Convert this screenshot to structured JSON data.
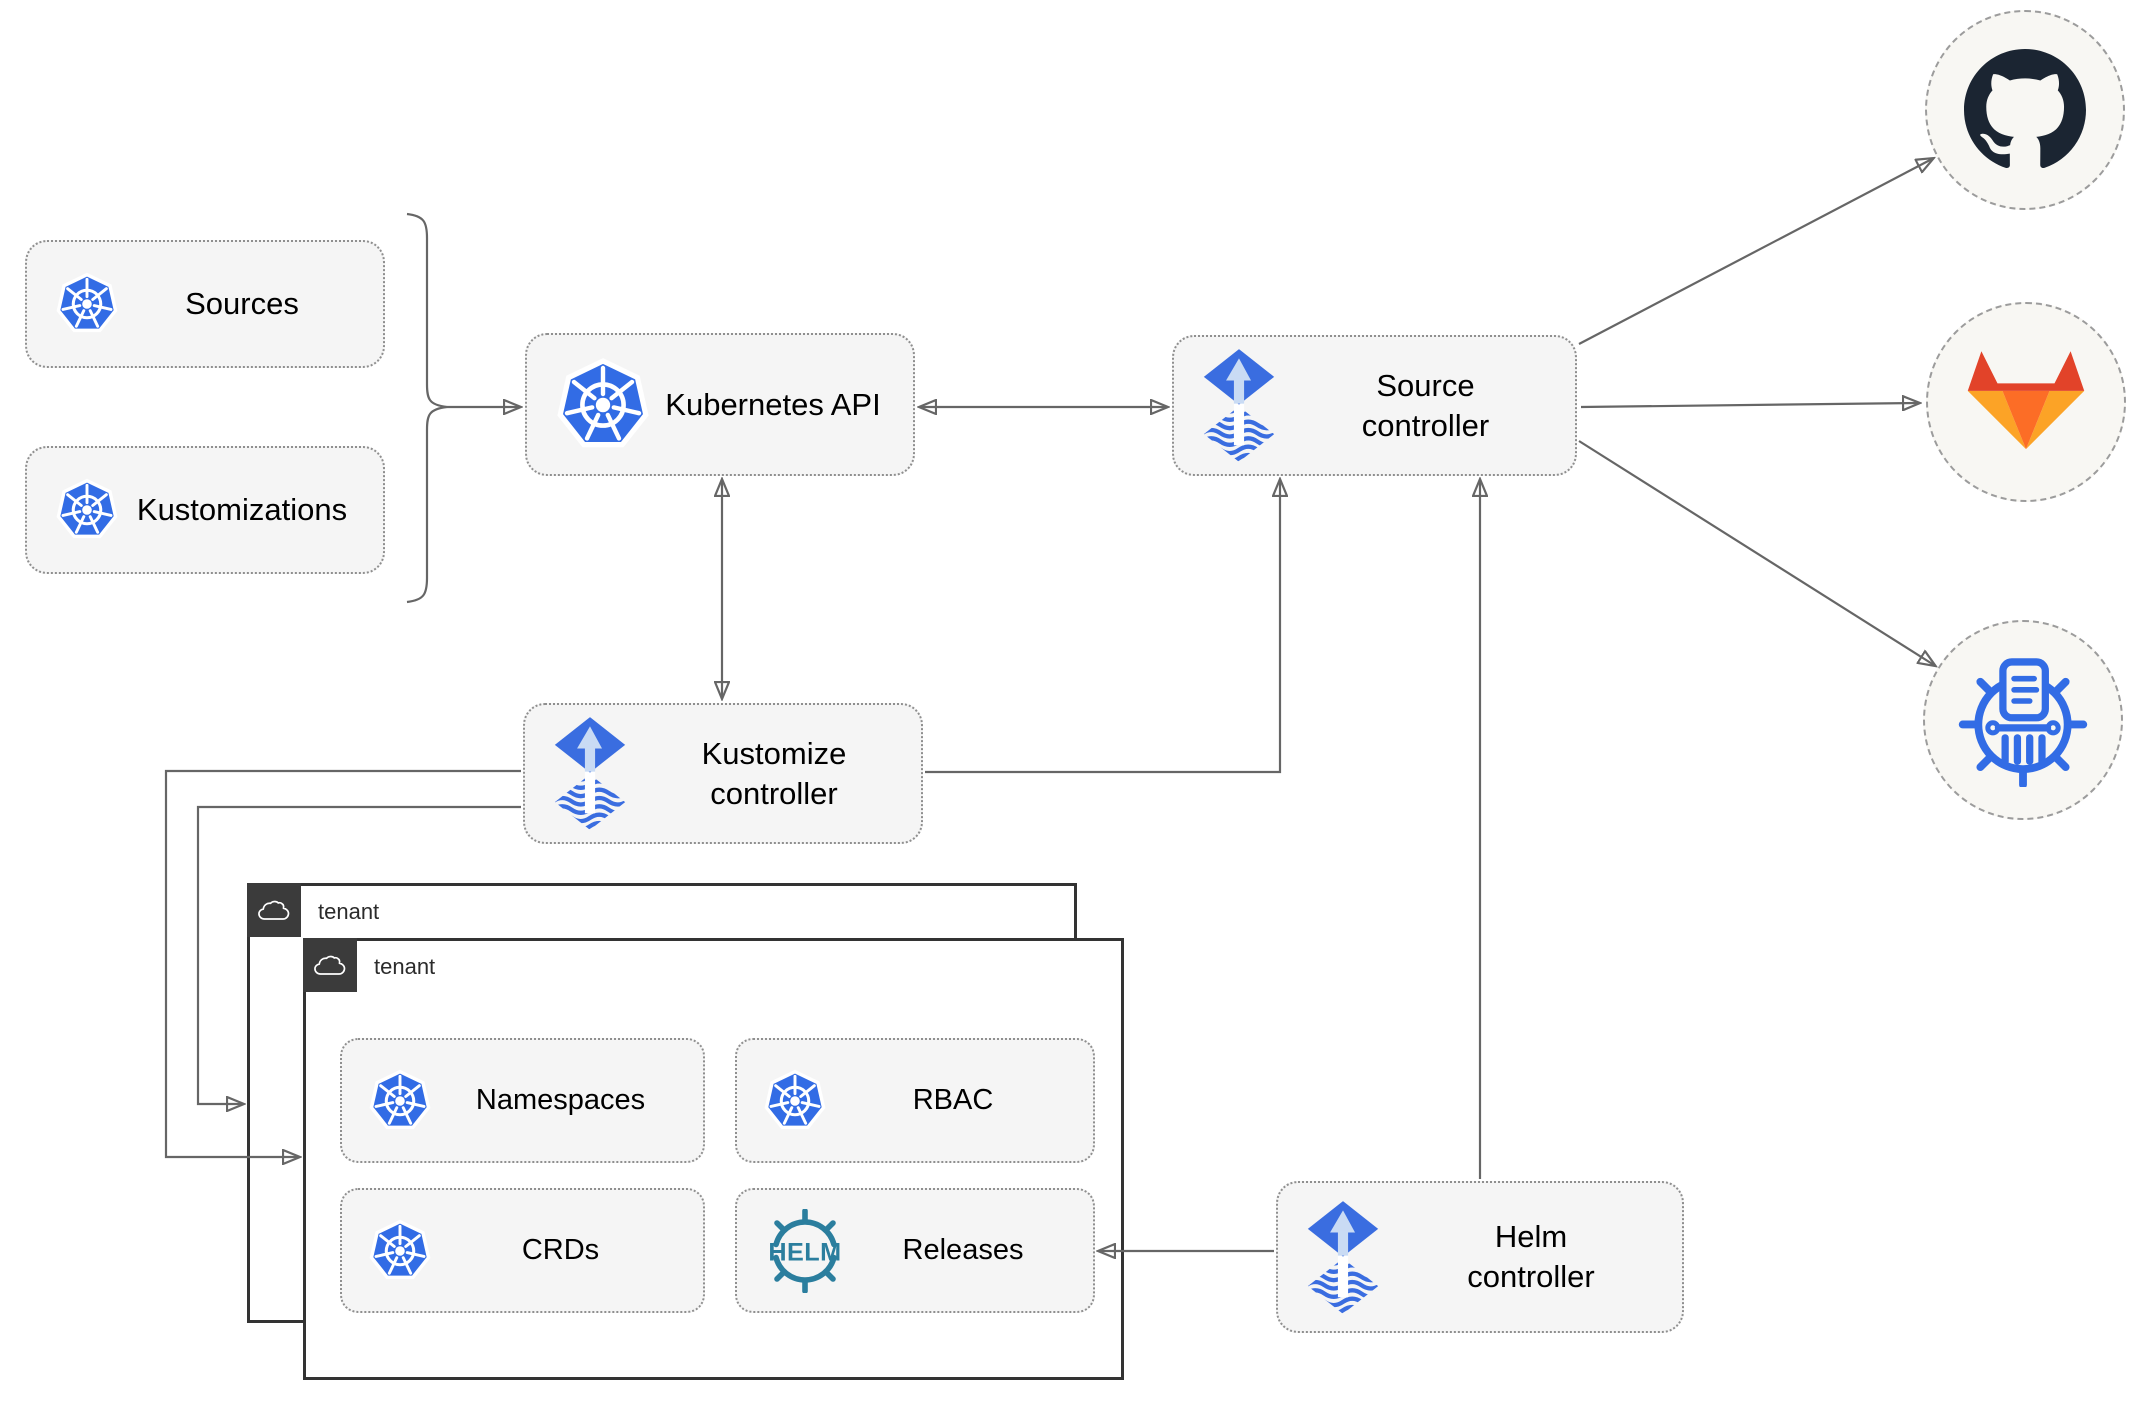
{
  "nodes": {
    "sources": {
      "label": "Sources"
    },
    "kustomizations": {
      "label": "Kustomizations"
    },
    "kubernetes_api": {
      "label": "Kubernetes API"
    },
    "source_controller": {
      "label": "Source controller"
    },
    "kustomize_controller": {
      "label": "Kustomize controller"
    },
    "helm_controller": {
      "label": "Helm controller"
    }
  },
  "tenant_back": {
    "label": "tenant"
  },
  "tenant_front": {
    "label": "tenant",
    "items": {
      "namespaces": {
        "label": "Namespaces"
      },
      "rbac": {
        "label": "RBAC"
      },
      "crds": {
        "label": "CRDs"
      },
      "releases": {
        "label": "Releases",
        "icon_text": "HELM"
      }
    }
  },
  "remotes": {
    "github": {
      "icon": "github-icon"
    },
    "gitlab": {
      "icon": "gitlab-icon"
    },
    "helm_repository": {
      "icon": "helm-repository-icon"
    }
  },
  "colors": {
    "kubernetes_blue": "#326ce5",
    "flux_blue": "#3a6de0",
    "flux_arrow_light": "#c9dbf4",
    "helm_teal": "#2b7e9e",
    "github_dark": "#1b2532",
    "gitlab_red": "#e24329",
    "gitlab_orange": "#fc6d26",
    "gitlab_amber": "#fca326",
    "connector_gray": "#666666",
    "node_fill": "#f5f5f5",
    "node_border": "#8f8f8f",
    "circle_fill": "#f8f7f3",
    "tenant_tab_dark": "#3b3b3b",
    "tenant_border": "#333333"
  }
}
